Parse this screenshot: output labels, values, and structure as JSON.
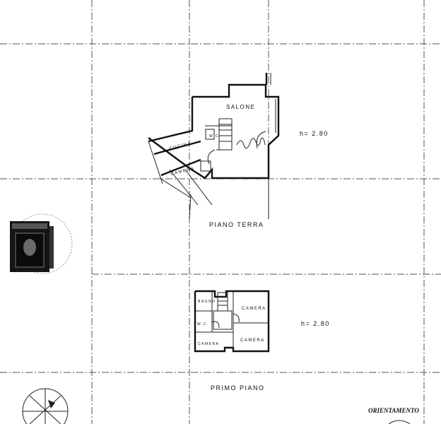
{
  "ground_floor": {
    "title": "PIANO TERRA",
    "height": "h= 2.80",
    "rooms": {
      "salone": "SALONE",
      "cucina": "CUCINA",
      "camera": "CAMERA",
      "wc": "W.C."
    }
  },
  "first_floor": {
    "title": "PRIMO PIANO",
    "height": "h= 2.80",
    "rooms": {
      "bagno": "BAGNO",
      "wc": "W.C.",
      "camera_top": "CAMERA",
      "camera_small": "CAMERA",
      "camera_big": "CAMERA"
    }
  },
  "orientation_label": "ORIENTAMENTO"
}
